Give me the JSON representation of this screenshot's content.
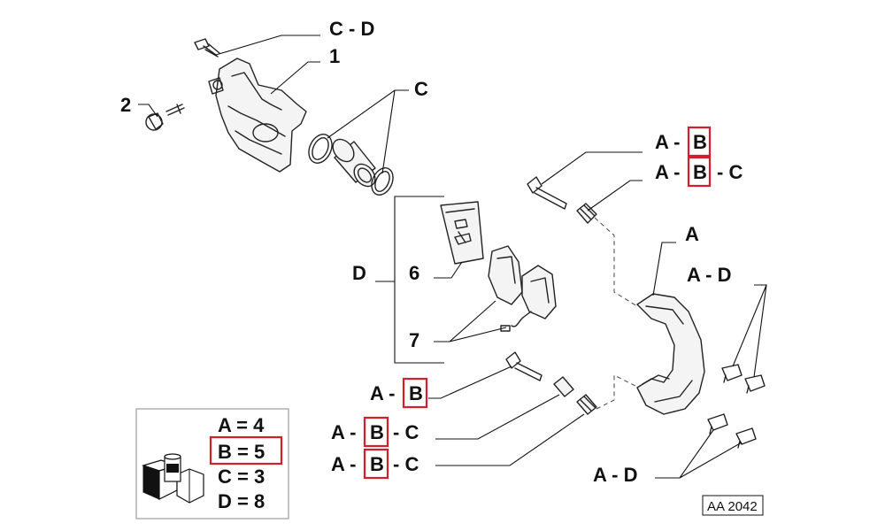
{
  "callouts": {
    "c1": "C - D",
    "c2": "1",
    "c3": "2",
    "c4": "C",
    "c5_pre": "A -",
    "c5_hl": "B",
    "c6_pre": "A -",
    "c6_hl": "B",
    "c6_post": "- C",
    "c7": "A",
    "c8": "A - D",
    "c9": "D",
    "c10": "6",
    "c11": "7",
    "c12_pre": "A -",
    "c12_hl": "B",
    "c13_pre": "A -",
    "c13_hl": "B",
    "c13_post": "- C",
    "c14_pre": "A -",
    "c14_hl": "B",
    "c14_post": "- C",
    "c15": "A - D"
  },
  "legend": {
    "row_a": "A = 4",
    "row_b": "B = 5",
    "row_c": "C = 3",
    "row_d": "D = 8"
  },
  "reference_code": "AA 2042",
  "colors": {
    "highlight": "#d21f2a",
    "ink": "#111111"
  }
}
